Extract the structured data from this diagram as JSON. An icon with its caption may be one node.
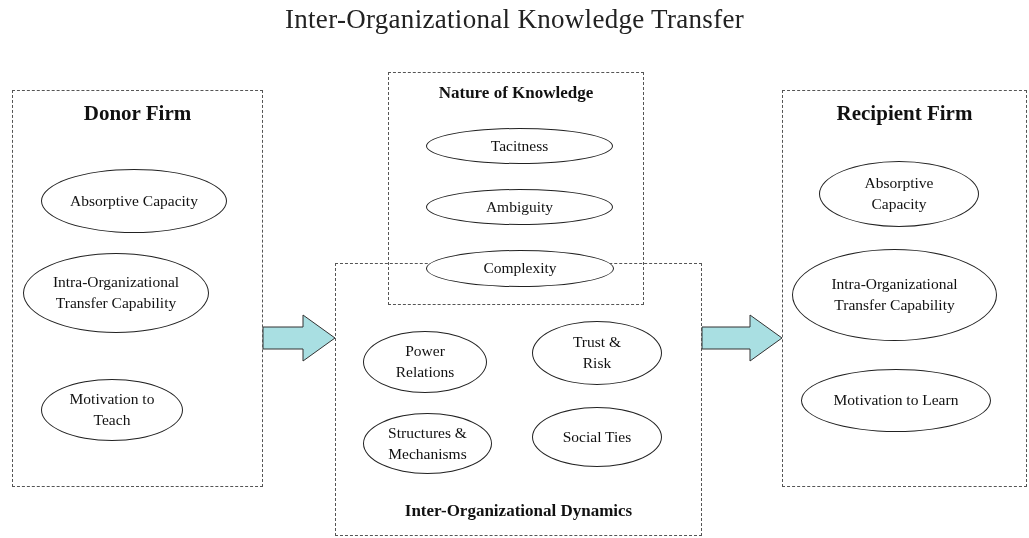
{
  "diagram": {
    "title": "Inter-Organizational Knowledge Transfer",
    "nodes": [
      {
        "text": [
          "Donor Firm"
        ]
      },
      {
        "text": [
          "Absorptive Capacity"
        ],
        "in": 0
      },
      {
        "text": [
          "Intra-Organizational Transfer Capability"
        ],
        "in": 0
      },
      {
        "text": [
          "Motivation to Teach"
        ],
        "in": 0
      },
      {
        "text": [
          "Nature of Knowledge"
        ]
      },
      {
        "text": [
          "Tacitness"
        ],
        "in": 4
      },
      {
        "text": [
          "Ambiguity"
        ],
        "in": 4
      },
      {
        "text": [
          "Complexity"
        ],
        "in": 4
      },
      {
        "text": [
          "Inter-Organizational Dynamics"
        ]
      },
      {
        "text": [
          "Power Relations"
        ],
        "in": 8
      },
      {
        "text": [
          "Trust & Risk"
        ],
        "in": 8
      },
      {
        "text": [
          "Structures & Mechanisms"
        ],
        "in": 8
      },
      {
        "text": [
          "Social Ties"
        ],
        "in": 8
      },
      {
        "text": [
          "Recipient Firm"
        ]
      },
      {
        "text": [
          "Absorptive Capacity"
        ],
        "in": 13
      },
      {
        "text": [
          "Intra-Organizational Transfer Capability"
        ],
        "in": 13
      },
      {
        "text": [
          "Motivation to Learn"
        ],
        "in": 13
      }
    ],
    "edges": [
      {
        "from": 0,
        "to": 8,
        "arrow": "to",
        "style": "thick"
      },
      {
        "from": 8,
        "to": 13,
        "arrow": "to",
        "style": "thick"
      }
    ]
  }
}
